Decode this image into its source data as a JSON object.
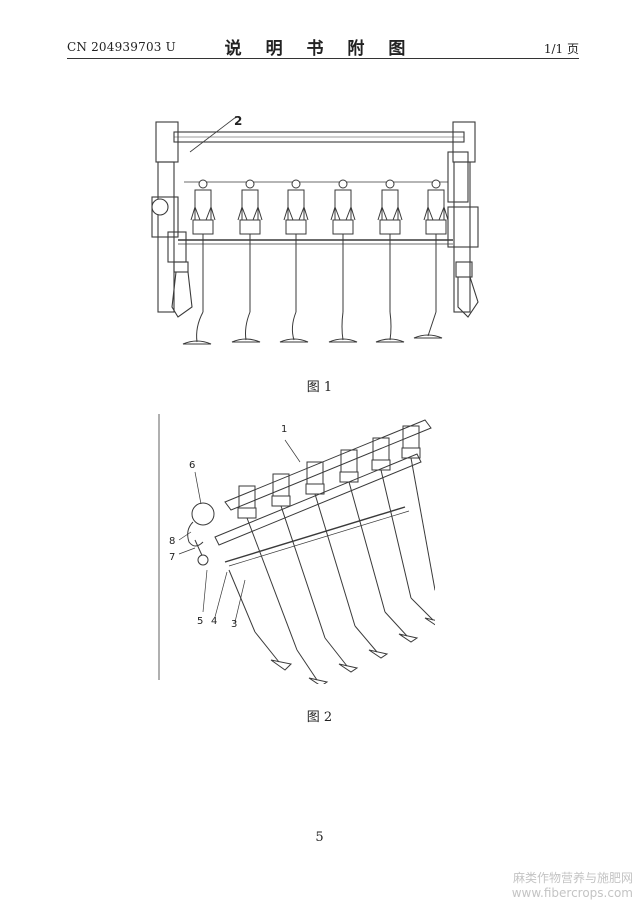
{
  "header": {
    "patent_no": "CN 204939703 U",
    "title": "说 明 书 附 图",
    "page": "1/1 页"
  },
  "figure1": {
    "caption": "图 1",
    "labels": [
      "2"
    ]
  },
  "figure2": {
    "caption": "图 2",
    "labels": [
      "1",
      "6",
      "8",
      "7",
      "5",
      "4",
      "3"
    ]
  },
  "page_number": "5",
  "watermark": {
    "line1": "麻类作物营养与施肥网",
    "line2": "www.fibercrops.com"
  }
}
